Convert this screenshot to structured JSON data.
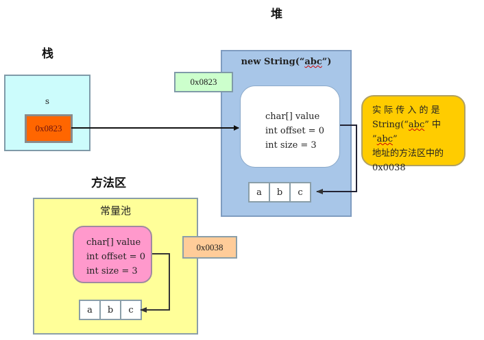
{
  "labels": {
    "stack": "栈",
    "heap": "堆",
    "method_area": "方法区"
  },
  "stack": {
    "var_name": "s",
    "ref_value": "0x0823"
  },
  "heap": {
    "address": "0x0823",
    "object_title_prefix": "new String(“",
    "object_title_arg": "abc",
    "object_title_suffix": "”)",
    "fields": [
      "char[] value",
      "int offset = 0",
      "int size = 3"
    ],
    "chars": [
      "a",
      "b",
      "c"
    ]
  },
  "note": {
    "line1": "实 际 传 入 的 是",
    "line2_prefix": "String(“",
    "line2_arg1": "abc",
    "line2_mid": "” 中 ”",
    "line2_arg2": "abc",
    "line2_suffix": "”",
    "line3": "地址的方法区中的",
    "line4": "0x0038"
  },
  "method_area": {
    "pool_title": "常量池",
    "address": "0x0038",
    "fields": [
      "char[] value",
      "int offset = 0",
      "int size = 3"
    ],
    "chars": [
      "a",
      "b",
      "c"
    ]
  },
  "colors": {
    "stack_bg": "#ccfcfc",
    "ref_bg": "#ff6600",
    "heap_bg": "#a8c6e8",
    "heap_addr_bg": "#ccffcc",
    "note_bg": "#ffcc00",
    "method_bg": "#ffff99",
    "pool_obj_bg": "#ff99cc",
    "pool_addr_bg": "#ffcc99"
  }
}
